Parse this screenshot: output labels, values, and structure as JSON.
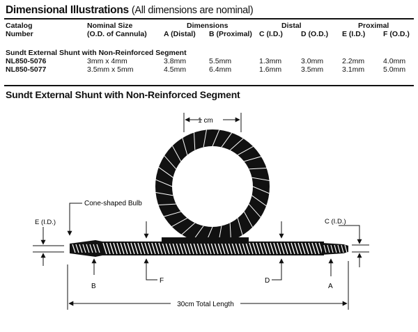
{
  "header": {
    "title": "Dimensional Illustrations",
    "note": "(All dimensions are nominal)"
  },
  "table": {
    "catalog_label": "Catalog",
    "number_label": "Number",
    "nominal_label": "Nominal Size",
    "nominal_sub": "(O.D. of Cannula)",
    "dimensions_label": "Dimensions",
    "distal_label": "Distal",
    "proximal_label": "Proximal",
    "col_a": "A (Distal)",
    "col_b": "B (Proximal)",
    "col_c": "C (I.D.)",
    "col_d": "D (O.D.)",
    "col_e": "E (I.D.)",
    "col_f": "F (O.D.)",
    "group_title": "Sundt External Shunt with Non-Reinforced Segment",
    "rows": [
      {
        "catalog": "NL850-5076",
        "nominal": "3mm x 4mm",
        "a": "3.8mm",
        "b": "5.5mm",
        "c": "1.3mm",
        "d": "3.0mm",
        "e": "2.2mm",
        "f": "4.0mm"
      },
      {
        "catalog": "NL850-5077",
        "nominal": "3.5mm x 5mm",
        "a": "4.5mm",
        "b": "6.4mm",
        "c": "1.6mm",
        "d": "3.5mm",
        "e": "3.1mm",
        "f": "5.0mm"
      }
    ]
  },
  "illustration": {
    "title": "Sundt External Shunt with Non-Reinforced Segment",
    "scale_label": "1 cm",
    "bulb_label": "Cone-shaped Bulb",
    "label_e": "E (I.D.)",
    "label_c": "C (I.D.)",
    "label_b": "B",
    "label_f": "F",
    "label_d": "D",
    "label_a": "A",
    "total_length": "30cm Total Length"
  }
}
